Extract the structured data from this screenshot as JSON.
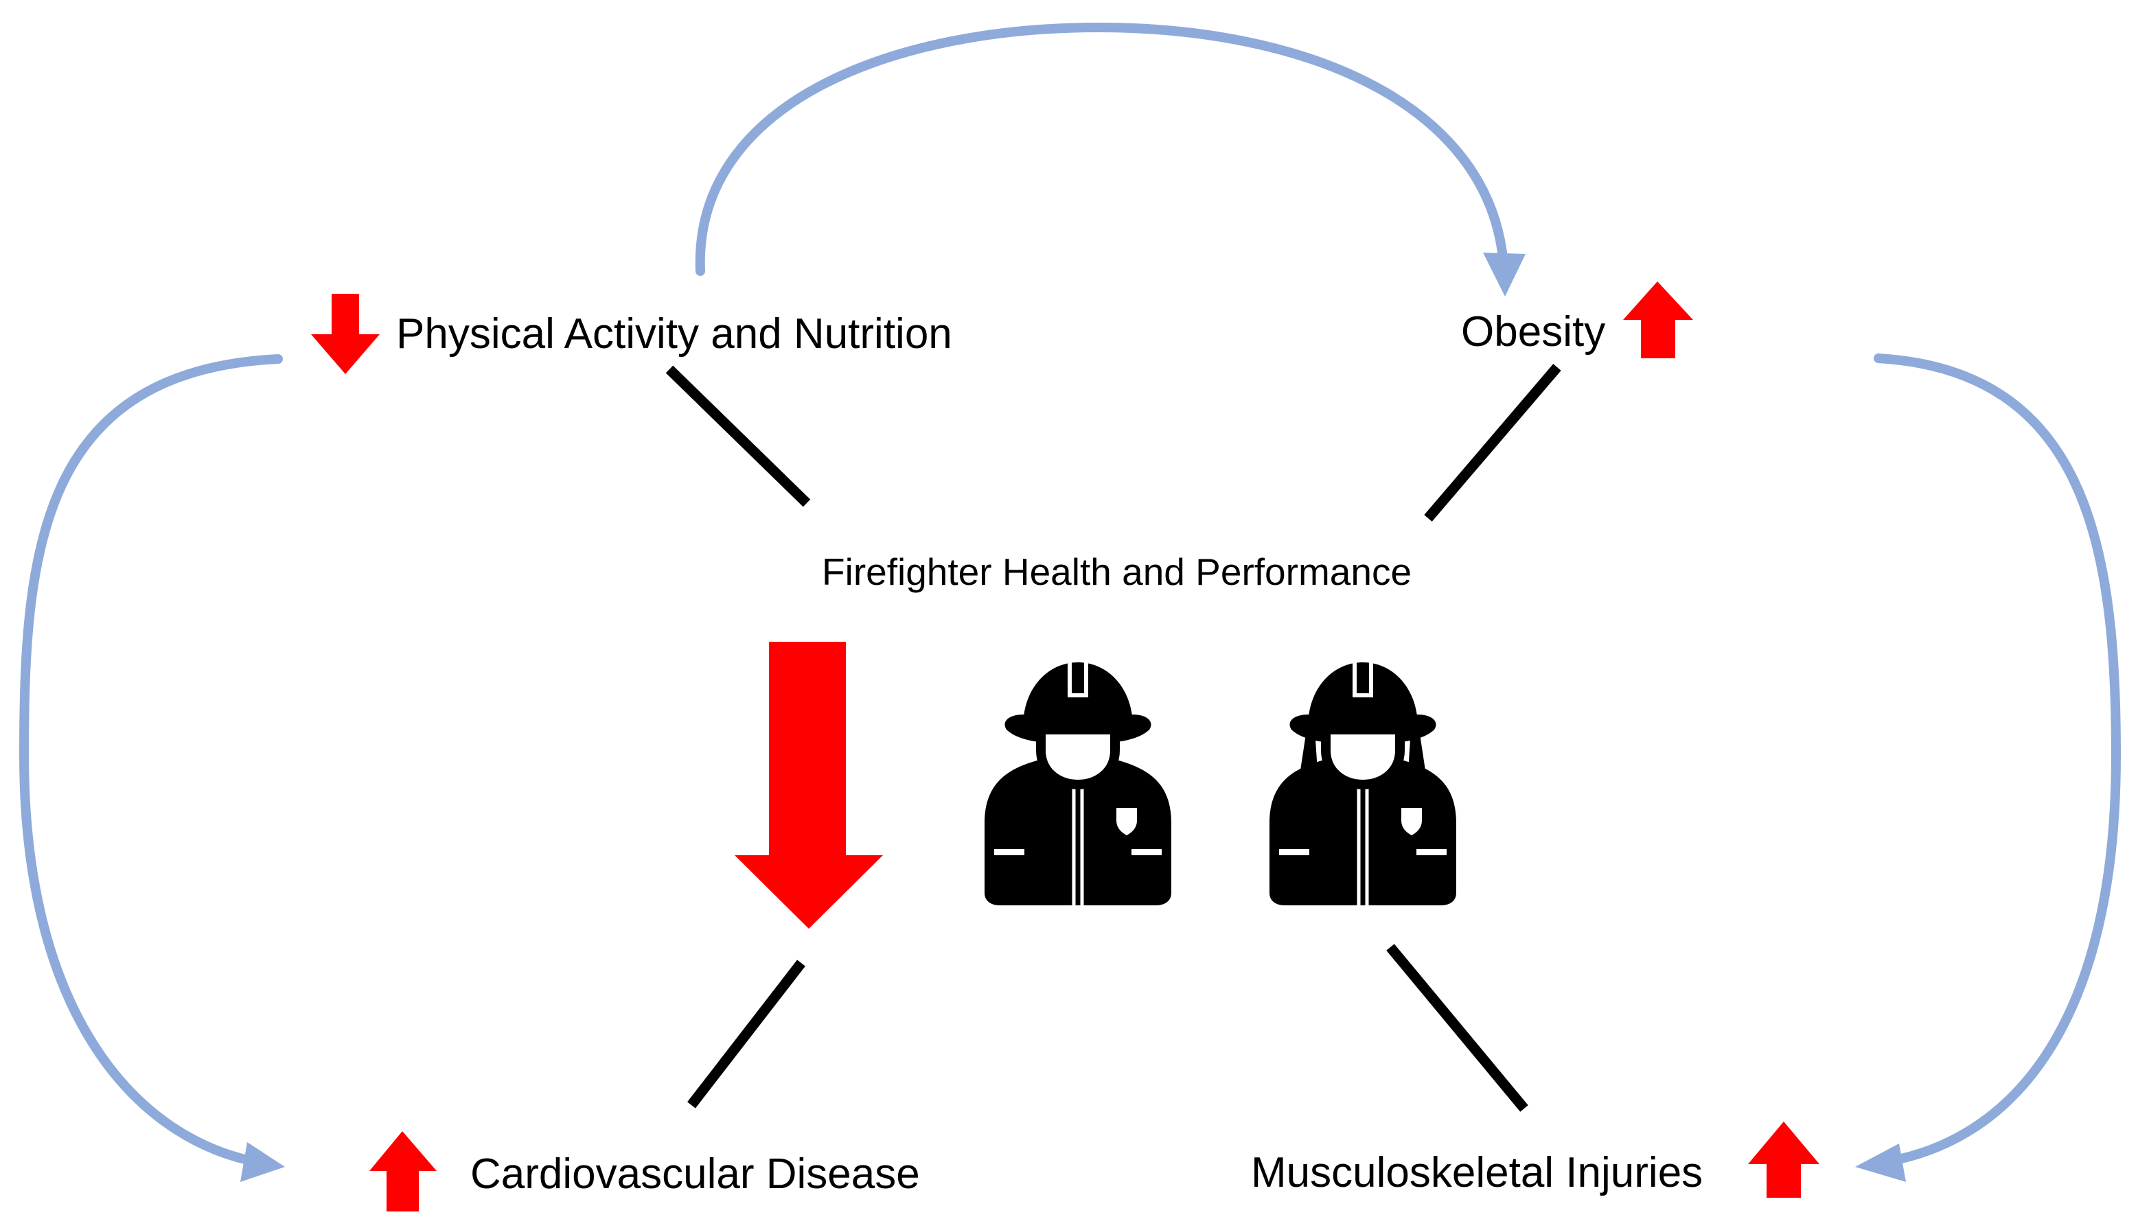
{
  "diagram": {
    "center_label": "Firefighter Health and Performance",
    "nodes": {
      "physical_activity": {
        "label": "Physical Activity and Nutrition",
        "trend": "down"
      },
      "obesity": {
        "label": "Obesity",
        "trend": "up"
      },
      "cardiovascular": {
        "label": "Cardiovascular Disease",
        "trend": "up"
      },
      "musculoskeletal": {
        "label": "Musculoskeletal Injuries",
        "trend": "up"
      }
    },
    "center_trend": "down",
    "colors": {
      "trend_arrow": "#ff0000",
      "flow_arrow": "#8eaadb",
      "connector": "#000000",
      "icon": "#000000"
    },
    "icons": [
      "firefighter-male-icon",
      "firefighter-female-icon"
    ]
  }
}
